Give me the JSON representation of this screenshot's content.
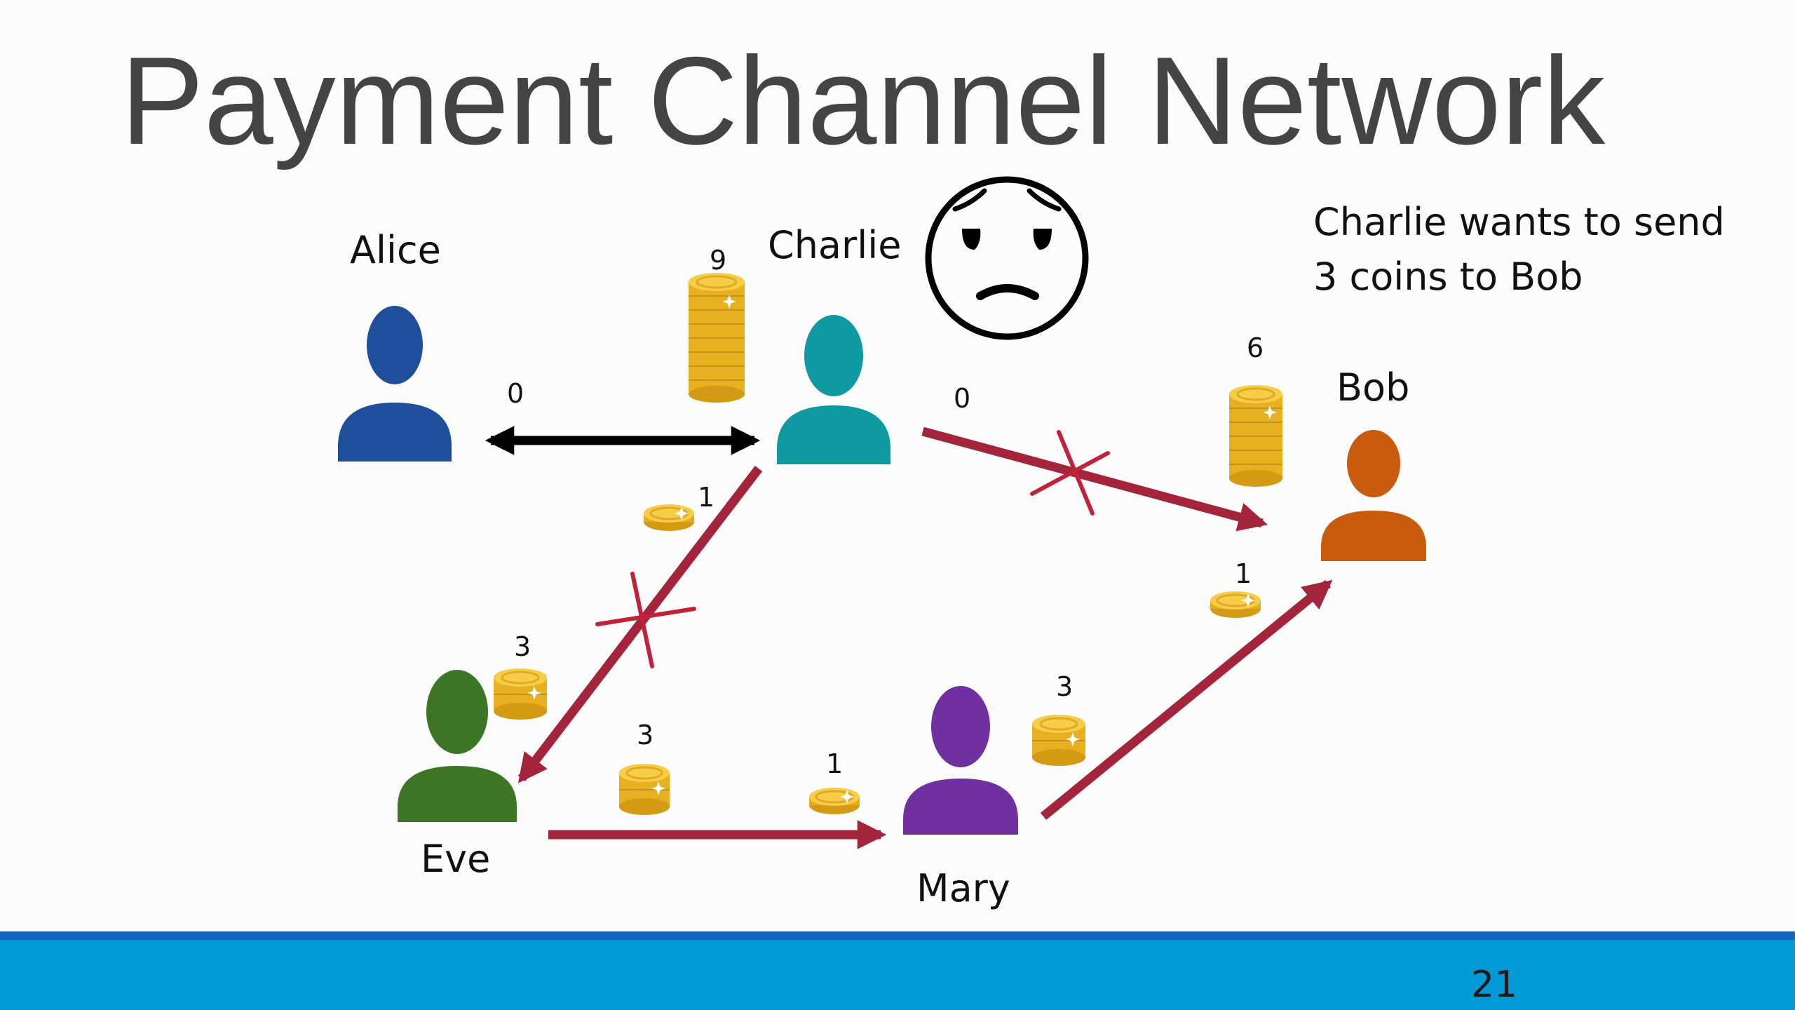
{
  "slide": {
    "title": "Payment Channel Network",
    "note": [
      "Charlie wants to send",
      "3 coins to Bob"
    ],
    "page_number": "21"
  },
  "nodes": {
    "alice": {
      "name": "Alice",
      "color": "#1f4e9c"
    },
    "charlie": {
      "name": "Charlie",
      "color": "#0e9aa0"
    },
    "bob": {
      "name": "Bob",
      "color": "#c95b0f"
    },
    "eve": {
      "name": "Eve",
      "color": "#3c7525"
    },
    "mary": {
      "name": "Mary",
      "color": "#7030a0"
    }
  },
  "balances": {
    "alice_charlie_alice_side": "0",
    "charlie_coins": "9",
    "charlie_bob_charlie_side": "0",
    "bob_coins": "6",
    "charlie_eve_charlie_side": "1",
    "eve_coins": "3",
    "eve_mary_eve_side": "3",
    "eve_mary_mary_side": "1",
    "mary_coins": "3",
    "mary_bob_bob_side": "1"
  },
  "channels": [
    {
      "from": "Alice",
      "to": "Charlie",
      "type": "bidirectional",
      "blocked": false
    },
    {
      "from": "Charlie",
      "to": "Bob",
      "type": "payment",
      "blocked": true
    },
    {
      "from": "Charlie",
      "to": "Eve",
      "type": "payment",
      "blocked": true
    },
    {
      "from": "Eve",
      "to": "Mary",
      "type": "payment",
      "blocked": false
    },
    {
      "from": "Mary",
      "to": "Bob",
      "type": "payment",
      "blocked": false
    }
  ],
  "colors": {
    "payment_arrow": "#a4243b",
    "neutral_arrow": "#000000",
    "coin": "#f2c230",
    "footer": "#0099d6",
    "footer_line": "#1565c0",
    "face": "#000000"
  },
  "icons": {
    "person": "person-icon",
    "coin": "coin-icon",
    "coin_stack": "coin-stack-icon",
    "worried_face": "worried-face-icon",
    "blocked": "blocked-cross-icon"
  }
}
